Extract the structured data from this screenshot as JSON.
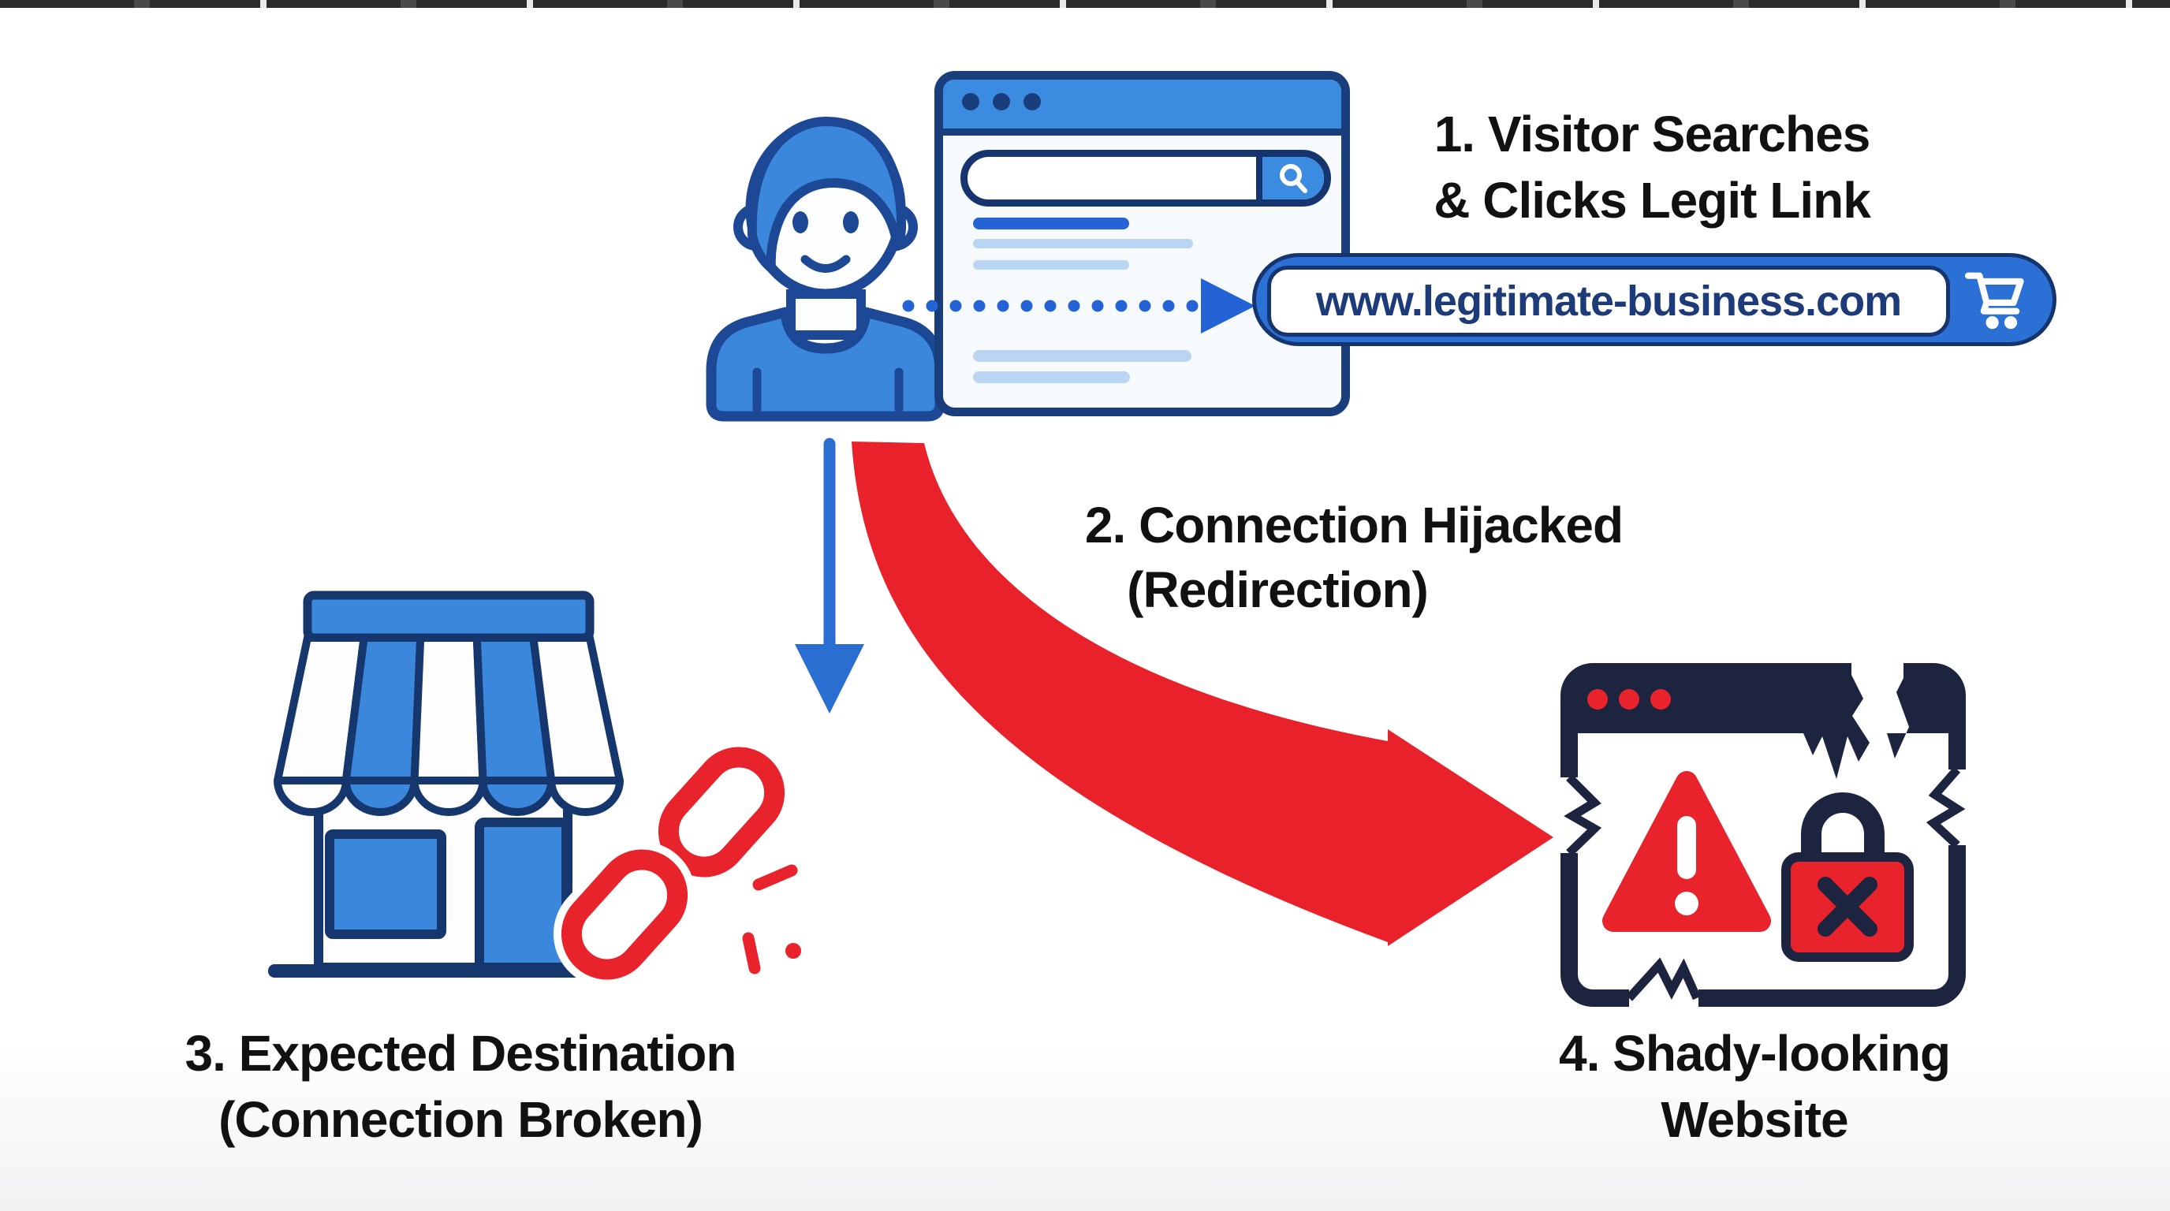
{
  "steps": {
    "step1": {
      "line1": "1. Visitor Searches",
      "line2": "& Clicks Legit Link"
    },
    "step2": {
      "line1": "2. Connection Hijacked",
      "line2": "(Redirection)"
    },
    "step3": {
      "line1": "3. Expected Destination",
      "line2": "(Connection Broken)"
    },
    "step4": {
      "line1": "4. Shady-looking",
      "line2": "Website"
    }
  },
  "url_bar": {
    "url": "www.legitimate-business.com"
  },
  "palette": {
    "blue": "#3a87dc",
    "titlebar_blue": "#3b8ce0",
    "accent_blue": "#2463d6",
    "light_blue": "#b9d5f2",
    "person_outline_navy": "#1c4896",
    "browser_border_navy": "#1a3d7c",
    "deep_navy": "#16356e",
    "ink_navy": "#1d2440",
    "red": "#e8232b",
    "text_black": "#111111"
  },
  "icons": {
    "person": "person-icon",
    "browser": "browser-window-icon",
    "search": "magnifier-icon",
    "cart": "shopping-cart-icon",
    "dotted_arrow": "dotted-arrow-icon",
    "down_arrow": "down-arrow-icon",
    "curved_arrow": "curved-red-arrow-icon",
    "storefront": "storefront-icon",
    "broken_chain": "broken-chain-icon",
    "warning": "warning-triangle-icon",
    "broken_lock": "broken-lock-icon"
  }
}
